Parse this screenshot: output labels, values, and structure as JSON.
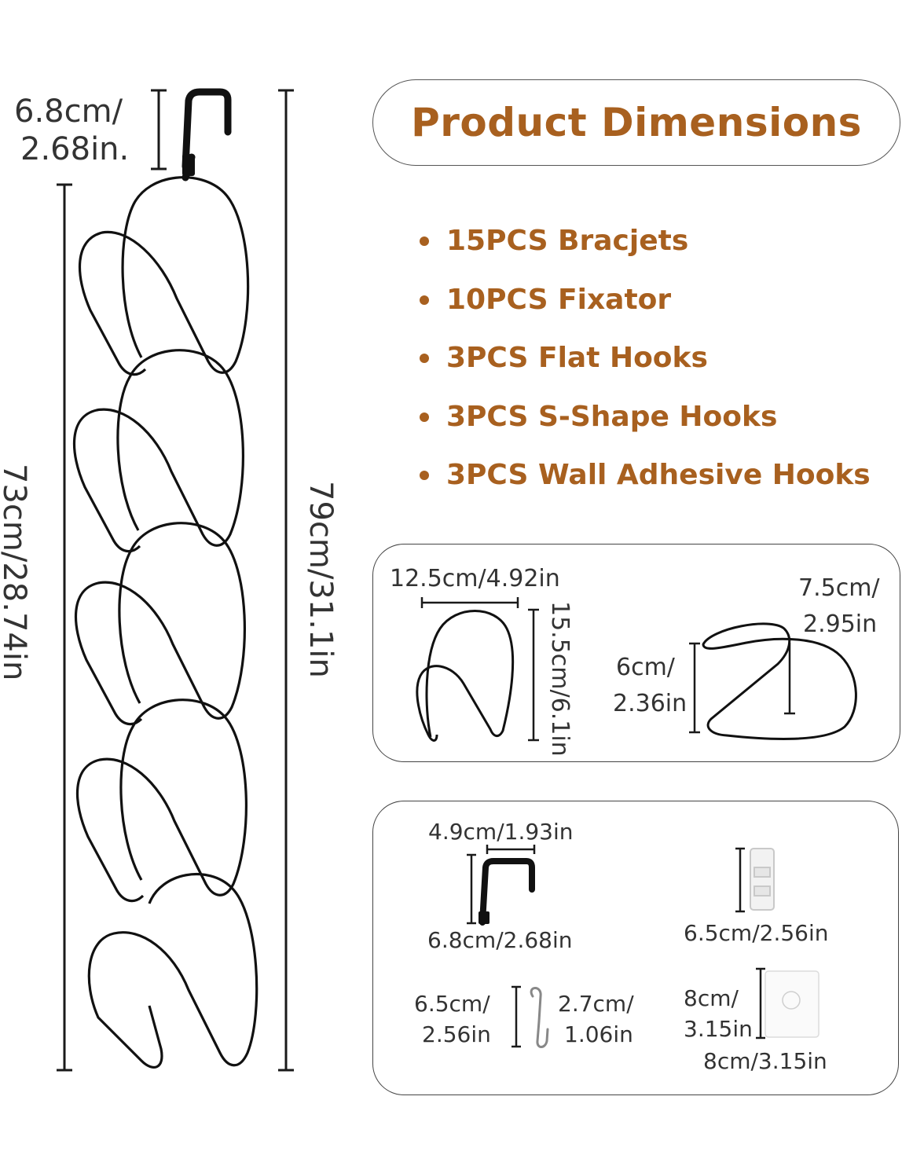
{
  "title": "Product Dimensions",
  "bullets": [
    "15PCS Bracjets",
    "10PCS Fixator",
    "3PCS Flat Hooks",
    "3PCS S-Shape Hooks",
    "3PCS Wall Adhesive Hooks"
  ],
  "left_dims": {
    "hook_height_line1": "6.8cm/",
    "hook_height_line2": "2.68in.",
    "body_length": "73cm/28.74in",
    "total_length": "79cm/31.1in"
  },
  "bracket_box": {
    "width": "12.5cm/4.92in",
    "height": "15.5cm/6.1in",
    "depth_line1": "7.5cm/",
    "depth_line2": "2.95in",
    "side_height_line1": "6cm/",
    "side_height_line2": "2.36in"
  },
  "accessories_box": {
    "flat_hook_width": "4.9cm/1.93in",
    "flat_hook_height": "6.8cm/2.68in",
    "fixator_height": "6.5cm/2.56in",
    "s_hook_height_line1": "6.5cm/",
    "s_hook_height_line2": "2.56in",
    "s_hook_width_line1": "2.7cm/",
    "s_hook_width_line2": "1.06in",
    "adhesive_height_line1": "8cm/",
    "adhesive_height_line2": "3.15in",
    "adhesive_width": "8cm/3.15in"
  },
  "colors": {
    "accent": "#a8601f",
    "line": "#1a1a1a"
  }
}
